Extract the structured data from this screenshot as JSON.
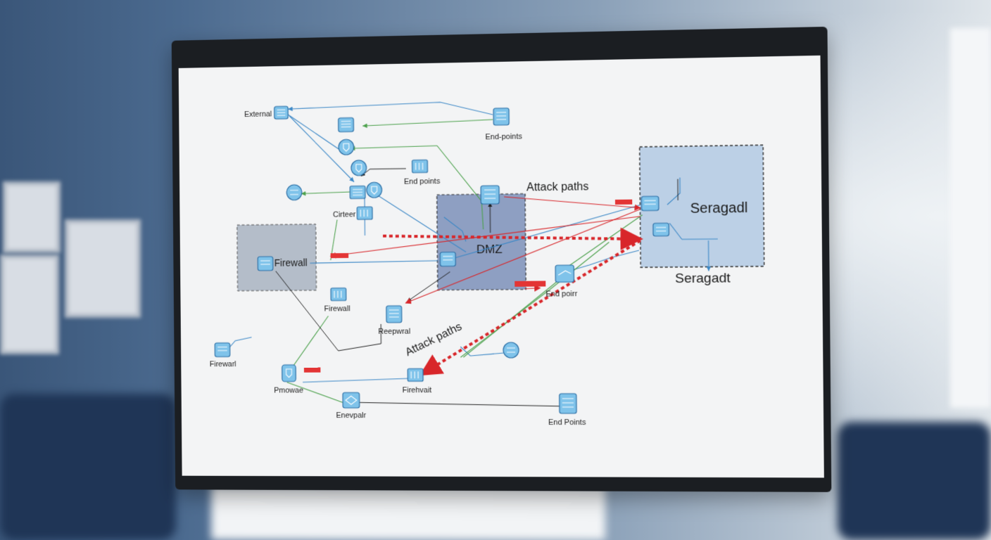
{
  "diagram": {
    "zone_labels": {
      "firewall_zone": "Firewall",
      "dmz_zone": "DMZ",
      "secure_zone": "Seragadl",
      "secure_caption": "Seragadt"
    },
    "annotations": {
      "attack_paths_top": "Attack paths",
      "attack_paths_diag": "Attack paths"
    },
    "node_labels": {
      "external": "External",
      "endpoints_top": "End-points",
      "endpoints_mid": "End points",
      "circuit": "Cirteer",
      "firewall_lower": "Firewall",
      "reepwral": "Reepwral",
      "endpoint_right": "End poirr",
      "firewarl": "Firewarl",
      "pmowae": "Pmowae",
      "firehvait": "Firehvait",
      "enevpalr": "Enevpalr",
      "endpoints_bottom": "End Points"
    },
    "colors": {
      "link_blue": "#3b87c6",
      "link_green": "#4aa04a",
      "attack_red": "#d8262a",
      "dmz_fill": "#8e9fc2",
      "secure_fill": "#bcd0e6",
      "firewall_fill": "#b4bdc9",
      "node_fill": "#7fc3ea"
    },
    "icons": [
      "server-icon",
      "shield-icon",
      "switch-icon",
      "database-icon",
      "router-icon"
    ]
  }
}
